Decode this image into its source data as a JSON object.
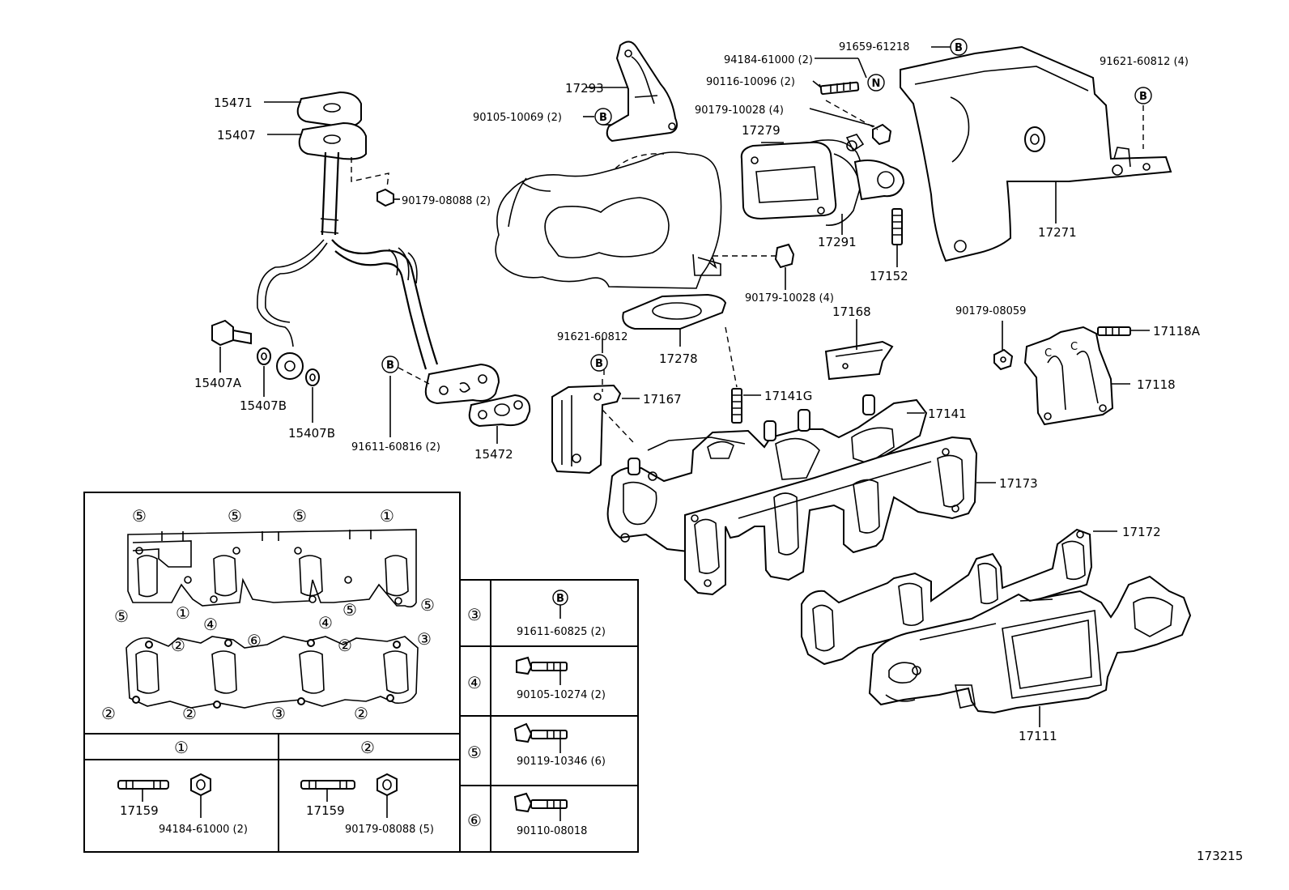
{
  "diagram_code": "173215",
  "labels": {
    "p15471": "15471",
    "p15407": "15407",
    "p90179_08088": "90179-08088 (2)",
    "p15407A": "15407A",
    "p15407B_1": "15407B",
    "p15407B_2": "15407B",
    "p91611_60816": "91611-60816 (2)",
    "p15472": "15472",
    "p17293": "17293",
    "p90105_10069": "90105-10069 (2)",
    "p94184_61000": "94184-61000 (2)",
    "p90116_10096": "90116-10096 (2)",
    "p90179_10028_a": "90179-10028 (4)",
    "p17279": "17279",
    "p91659_61218": "91659-61218",
    "p91621_60812_4": "91621-60812 (4)",
    "p17291": "17291",
    "p17152": "17152",
    "p17271": "17271",
    "p90179_10028_b": "90179-10028 (4)",
    "p17278": "17278",
    "p91621_60812": "91621-60812",
    "p17167": "17167",
    "p17168": "17168",
    "p17141G": "17141G",
    "p90179_08059": "90179-08059",
    "p17118A": "17118A",
    "p17118": "17118",
    "p17141": "17141",
    "p17173": "17173",
    "p17172": "17172",
    "p17111": "17111"
  },
  "markers": {
    "B": "B",
    "N": "N"
  },
  "inset": {
    "circled": [
      "①",
      "②",
      "③",
      "④",
      "⑤",
      "⑥"
    ],
    "kit1": {
      "stud": "17159",
      "nut": "94184-61000 (2)"
    },
    "kit2": {
      "stud": "17159",
      "nut": "90179-08088 (5)"
    },
    "table": {
      "r3": "91611-60825 (2)",
      "r4": "90105-10274 (2)",
      "r5": "90119-10346 (6)",
      "r6": "90110-08018"
    }
  }
}
